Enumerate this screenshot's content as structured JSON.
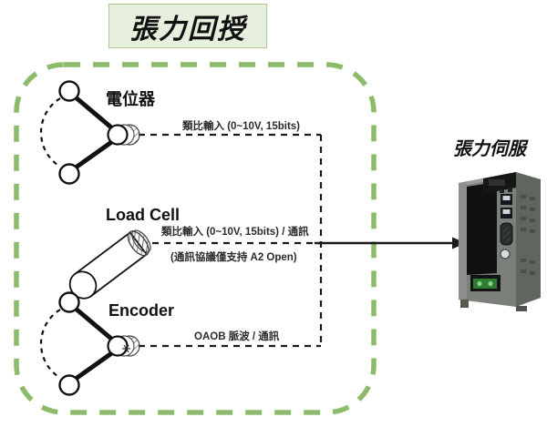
{
  "title": "張力回授",
  "servo": {
    "label": "張力伺服"
  },
  "sensors": [
    {
      "label": "電位器",
      "signal": "類比輸入 (0~10V, 15bits)",
      "note": ""
    },
    {
      "label": "Load Cell",
      "signal": "類比輸入 (0~10V, 15bits) / 通訊",
      "note": "(通訊協議僅支持 A2 Open)"
    },
    {
      "label": "Encoder",
      "signal": "OAOB 脈波 / 通訊",
      "note": ""
    }
  ],
  "icons": {
    "potentiometer": "dancer-arm-potentiometer-icon",
    "load_cell": "load-cell-roller-icon",
    "encoder": "dancer-arm-encoder-icon",
    "servo": "servo-drive-image",
    "arrow": "arrow-right-icon"
  },
  "colors": {
    "dash_border_green": "#8cbb6b",
    "title_bg": "#e6f0dd",
    "title_border": "#a9c996",
    "line_black": "#1a1a1a",
    "terminal_green": "#2e7d32"
  }
}
